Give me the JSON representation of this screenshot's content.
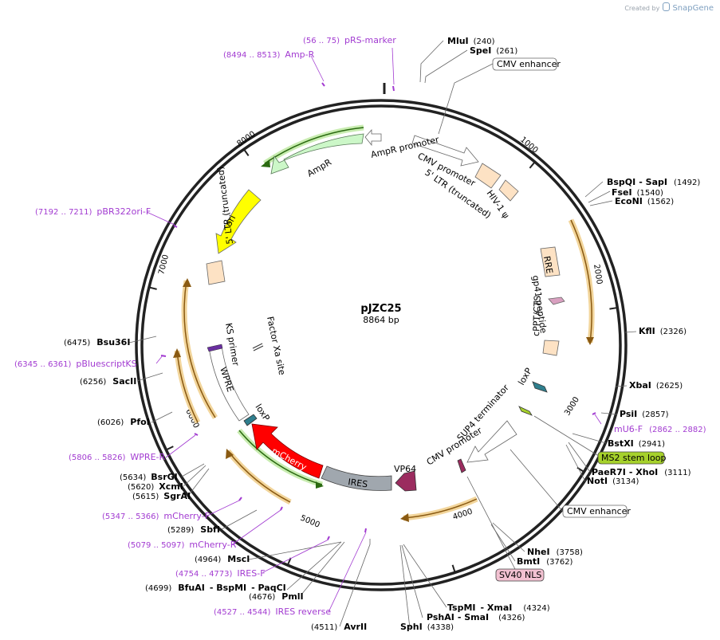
{
  "brand": {
    "prefix": "Created by",
    "name": "SnapGene"
  },
  "plasmid": {
    "name": "pJZC25",
    "length_label": "8864 bp",
    "length_bp": 8864
  },
  "ticks": [
    "1000",
    "2000",
    "3000",
    "4000",
    "5000",
    "6000",
    "7000",
    "8000"
  ],
  "sites": [
    {
      "name": "MluI",
      "pos": "(240)"
    },
    {
      "name": "SpeI",
      "pos": "(261)"
    },
    {
      "name": "BspQI",
      "sep": "- SapI",
      "pos": "(1492)"
    },
    {
      "name": "FseI",
      "pos": "(1540)"
    },
    {
      "name": "EcoNI",
      "pos": "(1562)"
    },
    {
      "name": "KflI",
      "pos": "(2326)"
    },
    {
      "name": "XbaI",
      "pos": "(2625)"
    },
    {
      "name": "PsiI",
      "pos": "(2857)"
    },
    {
      "name": "BstXI",
      "pos": "(2941)"
    },
    {
      "name": "PaeR7I",
      "sep": "- XhoI",
      "pos": "(3111)"
    },
    {
      "name": "NotI",
      "pos": "(3134)"
    },
    {
      "name": "NheI",
      "pos": "(3758)"
    },
    {
      "name": "BmtI",
      "pos": "(3762)"
    },
    {
      "name": "TspMI",
      "sep": "- XmaI",
      "pos": "(4324)"
    },
    {
      "name": "PshAI",
      "sep": "- SmaI",
      "pos": "(4326)"
    },
    {
      "name": "SphI",
      "pos": "(4338)"
    },
    {
      "name": "AvrII",
      "pos": "(4511)"
    },
    {
      "name": "PmlI",
      "pos": "(4676)"
    },
    {
      "name": "BfuAI",
      "sep": "- BspMI",
      "sep2": "- PaqCI",
      "pos": "(4699)"
    },
    {
      "name": "MscI",
      "pos": "(4964)"
    },
    {
      "name": "SbfI",
      "pos": "(5289)"
    },
    {
      "name": "SgrAI",
      "pos": "(5615)"
    },
    {
      "name": "XcmI",
      "pos": "(5620)"
    },
    {
      "name": "BsrGI",
      "pos": "(5634)"
    },
    {
      "name": "PfoI",
      "pos": "(6026)"
    },
    {
      "name": "SacII",
      "pos": "(6256)"
    },
    {
      "name": "Bsu36I",
      "pos": "(6475)"
    }
  ],
  "primers": [
    {
      "range": "(56 .. 75)",
      "name": "pRS-marker"
    },
    {
      "range": "(8494 .. 8513)",
      "name": "Amp-R"
    },
    {
      "range": "(7192 .. 7211)",
      "name": "pBR322ori-F"
    },
    {
      "range": "(6345 .. 6361)",
      "name": "pBluescriptKS"
    },
    {
      "range": "(5806 .. 5826)",
      "name": "WPRE-R"
    },
    {
      "range": "(5347 .. 5366)",
      "name": "mCherry-F"
    },
    {
      "range": "(5079 .. 5097)",
      "name": "mCherry-R"
    },
    {
      "range": "(4754 .. 4773)",
      "name": "IRES-F"
    },
    {
      "range": "(4527 .. 4544)",
      "name": "IRES reverse"
    },
    {
      "name": "mU6-F",
      "range": "(2862 .. 2882)"
    }
  ],
  "boxed_labels": [
    {
      "text": "CMV enhancer",
      "color": "#ffffff"
    },
    {
      "text": "MS2 stem loop",
      "color": "#a6d12b"
    },
    {
      "text": "CMV enhancer",
      "color": "#ffffff"
    },
    {
      "text": "SV40 NLS",
      "color": "#f2c1d1"
    }
  ],
  "features": [
    {
      "name": "AmpR promoter"
    },
    {
      "name": "AmpR"
    },
    {
      "name": "CMV promoter"
    },
    {
      "name": "5' LTR (truncated)"
    },
    {
      "name": "HIV-1 ψ"
    },
    {
      "name": "RRE"
    },
    {
      "name": "gp41 peptide"
    },
    {
      "name": "cPPT/CTS"
    },
    {
      "name": "loxP"
    },
    {
      "name": "SUP4 terminator"
    },
    {
      "name": "CMV promoter"
    },
    {
      "name": "VP64"
    },
    {
      "name": "IRES"
    },
    {
      "name": "mCherry"
    },
    {
      "name": "loxP"
    },
    {
      "name": "WPRE"
    },
    {
      "name": "KS primer"
    },
    {
      "name": "Factor Xa site"
    },
    {
      "name": "5' LTR (truncated)"
    },
    {
      "name": "ori"
    }
  ],
  "colors": {
    "backbone": "#222222",
    "ori": "#ffff00",
    "ampr": "#ccf7c8",
    "ltr": "#fde2c4",
    "mcherry": "#ff0000",
    "ires": "#a0a7ae",
    "orf_orange": "#e6b25c",
    "orf_green": "#8fd14f",
    "vp64": "#9b2c5f",
    "loxp": "#2f7f8e",
    "primer": "#a23bd1"
  }
}
